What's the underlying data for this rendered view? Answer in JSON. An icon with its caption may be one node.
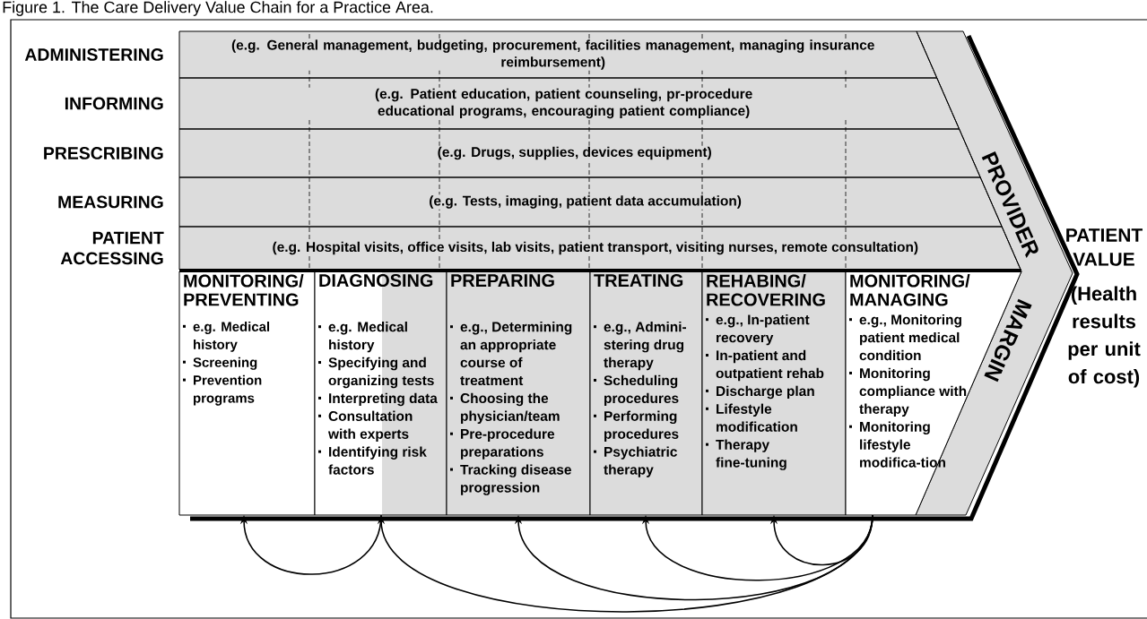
{
  "diagram": {
    "title": "Figure 1. The Care Delivery Value Chain for a Practice Area.",
    "nodes": [
      {
        "text": [
          "ADMINISTERING",
          "(e.g. General management, budgeting, procurement, facilities management, managing insurance reimbursement)"
        ]
      },
      {
        "text": [
          "INFORMING",
          "(e.g. Patient education, patient counseling, pr-procedure educational programs, encouraging patient compliance)"
        ]
      },
      {
        "text": [
          "PRESCRIBING",
          "(e.g. Drugs, supplies, devices equipment)"
        ]
      },
      {
        "text": [
          "MEASURING",
          "(e.g. Tests, imaging, patient data accumulation)"
        ]
      },
      {
        "text": [
          "PATIENT ACCESSING",
          "(e.g. Hospital visits, office visits, lab visits, patient transport, visiting nurses, remote consultation)"
        ]
      },
      {
        "text": [
          "MONITORING/ PREVENTING",
          "e.g. Medical history",
          "Screening",
          "Prevention programs"
        ]
      },
      {
        "text": [
          "DIAGNOSING",
          "e.g. Medical history",
          "Specifying and organizing tests",
          "Interpreting data",
          "Consultation with experts",
          "Identifying risk factors"
        ]
      },
      {
        "text": [
          "PREPARING",
          "e.g., Determining an appropriate course of treatment",
          "Choosing the physician/team",
          "Pre-procedure preparations",
          "Tracking disease progression"
        ]
      },
      {
        "text": [
          "TREATING",
          "e.g., Admini-stering drug therapy",
          "Scheduling procedures",
          "Performing procedures",
          "Psychiatric therapy"
        ]
      },
      {
        "text": [
          "REHABING/ RECOVERING",
          "e.g., In-patient recovery",
          "In-patient and outpatient rehab",
          "Discharge plan",
          "Lifestyle modification",
          "Therapy fine-tuning"
        ]
      },
      {
        "text": [
          "MONITORING/ MANAGING",
          "e.g., Monitoring patient medical condition",
          "Monitoring compliance with therapy",
          "Monitoring lifestyle modifica-tion"
        ]
      },
      {
        "text": [
          "PROVIDER",
          "MARGIN"
        ]
      }
    ],
    "edges": [
      {
        "from": 10,
        "to": 9,
        "arrow": "to"
      },
      {
        "from": 10,
        "to": 8,
        "arrow": "to"
      },
      {
        "from": 10,
        "to": 7,
        "arrow": "to"
      },
      {
        "from": 10,
        "to": 6,
        "arrow": "to"
      },
      {
        "from": 6,
        "to": 5,
        "arrow": "to"
      }
    ],
    "labels": [
      "PATIENT VALUE",
      "(Health results per unit of cost)"
    ]
  }
}
